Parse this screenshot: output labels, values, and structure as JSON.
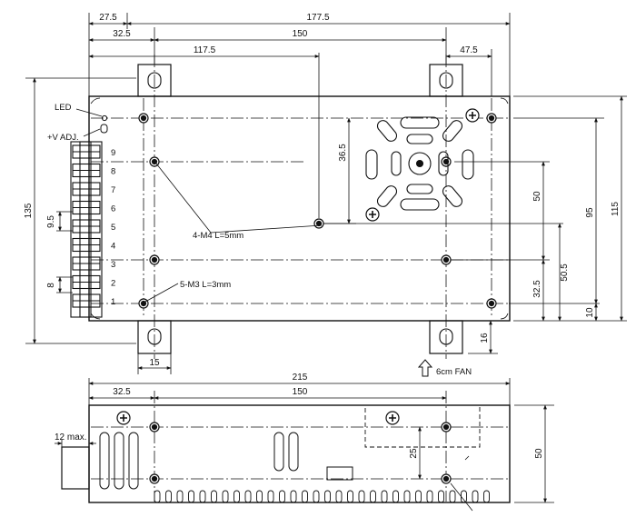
{
  "top_view": {
    "dimensions": {
      "d27_5": "27.5",
      "d177_5": "177.5",
      "d32_5": "32.5",
      "d150": "150",
      "d117_5": "117.5",
      "d47_5": "47.5",
      "d36_5": "36.5",
      "d135": "135",
      "d9_5": "9.5",
      "d8": "8",
      "d50": "50",
      "d95": "95",
      "d115": "115",
      "d50_5": "50.5",
      "d32_5_v": "32.5",
      "d10": "10",
      "d16": "16",
      "d15": "15"
    },
    "labels": {
      "led": "LED",
      "vadj": "+V ADJ.",
      "m4": "4-M4 L=5mm",
      "m3": "5-M3 L=3mm",
      "fan": "6cm FAN"
    },
    "terminal_numbers": [
      "9",
      "8",
      "7",
      "6",
      "5",
      "4",
      "3",
      "2",
      "1"
    ]
  },
  "side_view": {
    "dimensions": {
      "d215": "215",
      "d32_5": "32.5",
      "d150": "150",
      "d25": "25",
      "d50": "50",
      "d12max": "12 max."
    }
  }
}
